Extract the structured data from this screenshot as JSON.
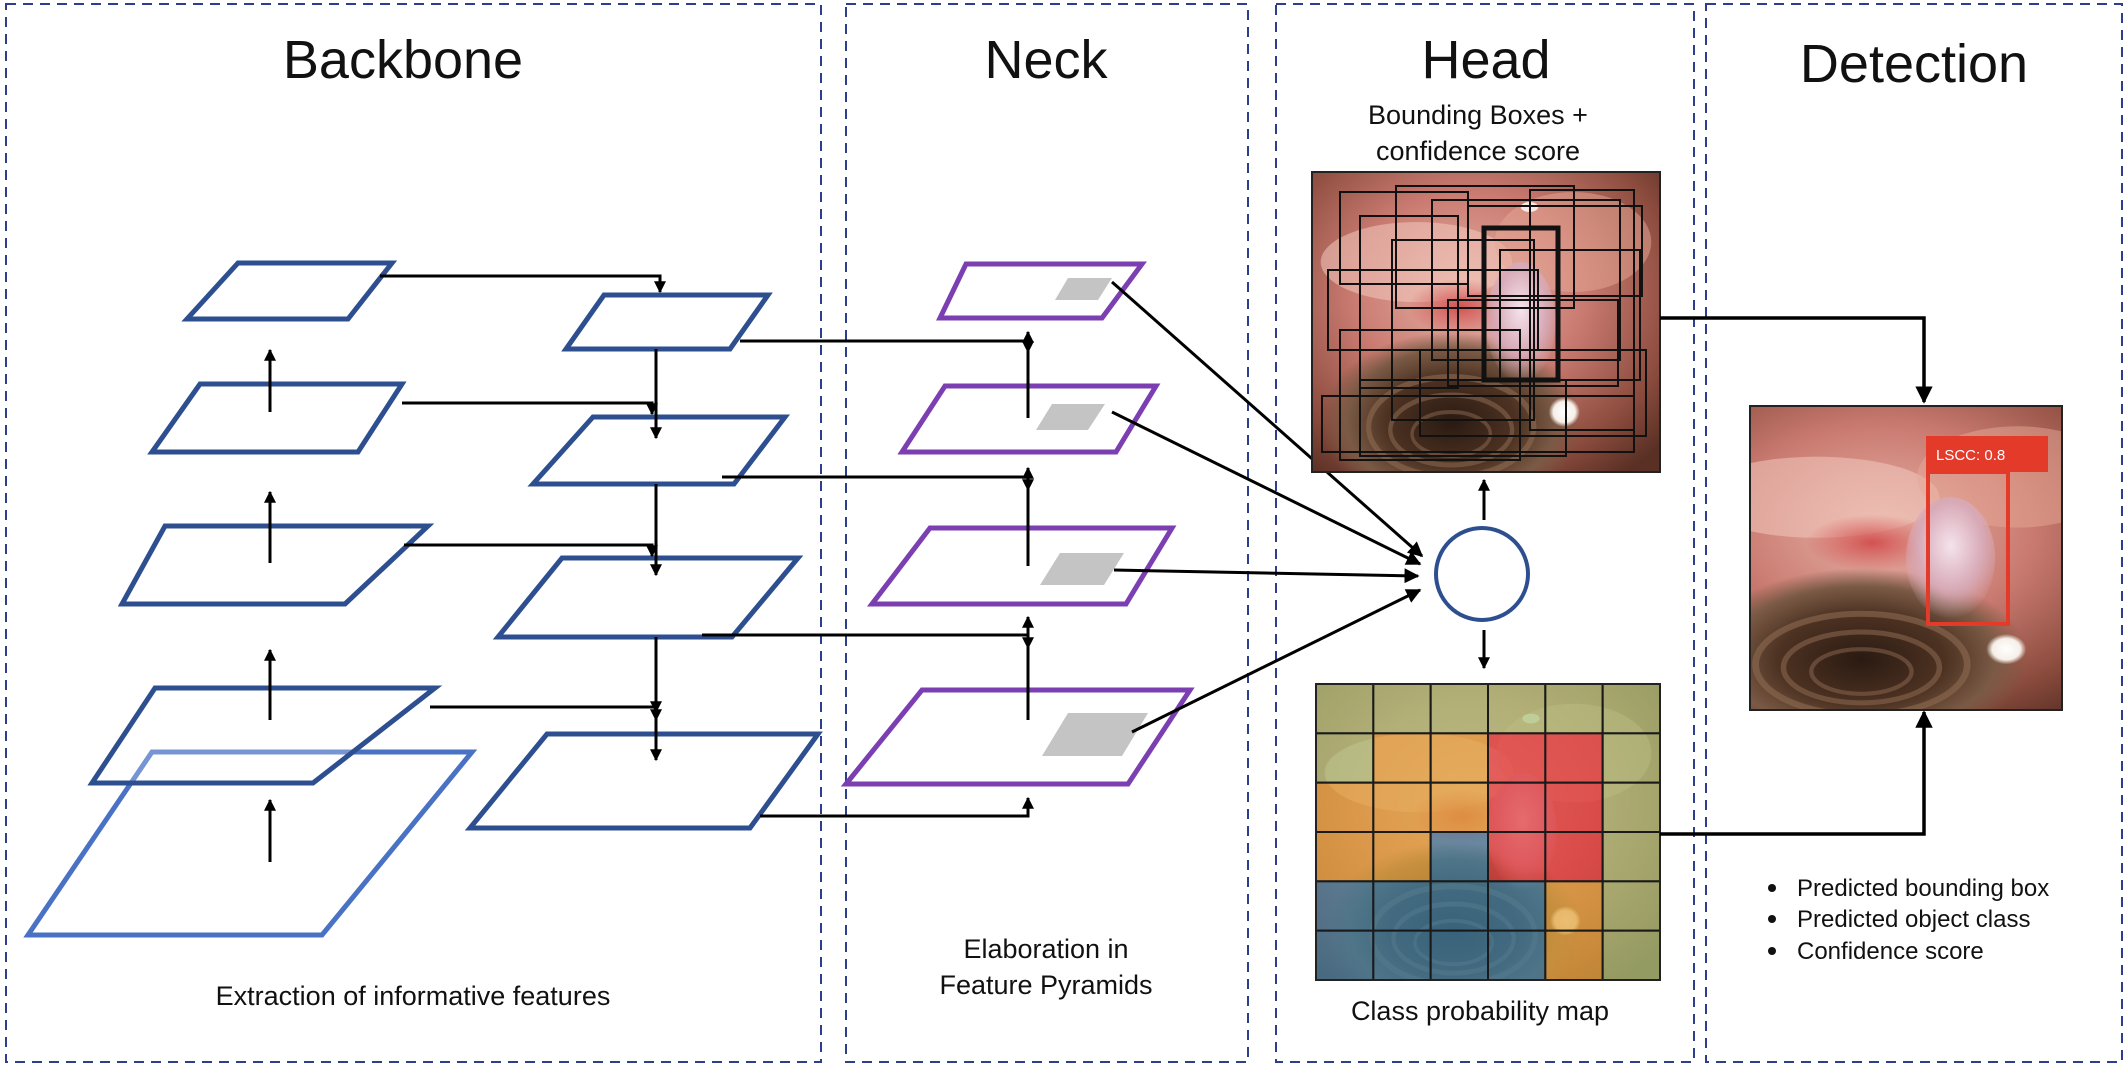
{
  "sections": {
    "backbone": {
      "title": "Backbone",
      "caption": "Extraction of informative features"
    },
    "neck": {
      "title": "Neck",
      "caption_line1": "Elaboration in",
      "caption_line2": "Feature Pyramids"
    },
    "head": {
      "title": "Head",
      "boxes_caption_line1": "Bounding Boxes +",
      "boxes_caption_line2": "confidence score",
      "map_caption": "Class probability map"
    },
    "detection": {
      "title": "Detection",
      "label_tag": "LSCC: 0.8",
      "bullets": [
        "Predicted bounding box",
        "Predicted object class",
        "Confidence score"
      ]
    }
  },
  "colors": {
    "panel_border": "#2d3f8c",
    "backbone_plane": "#2e4f8f",
    "neck_plane": "#7b3fb2",
    "arrow": "#000000",
    "fusion_node": "#2e4f8f",
    "detection_box": "#e33a2a",
    "class_green": "#a9c47a",
    "class_orange": "#e2a43b",
    "class_red": "#e03b3b",
    "class_blue": "#3f7fa3"
  },
  "class_map": {
    "rows": 6,
    "cols": 6,
    "grid": [
      [
        "green",
        "green",
        "green",
        "green",
        "green",
        "green"
      ],
      [
        "green",
        "orange",
        "orange",
        "red",
        "red",
        "green"
      ],
      [
        "orange",
        "orange",
        "orange",
        "red",
        "red",
        "green"
      ],
      [
        "orange",
        "orange",
        "blue",
        "red",
        "red",
        "green"
      ],
      [
        "blue",
        "blue",
        "blue",
        "blue",
        "orange",
        "green"
      ],
      [
        "blue",
        "blue",
        "blue",
        "blue",
        "orange",
        "green"
      ]
    ]
  }
}
